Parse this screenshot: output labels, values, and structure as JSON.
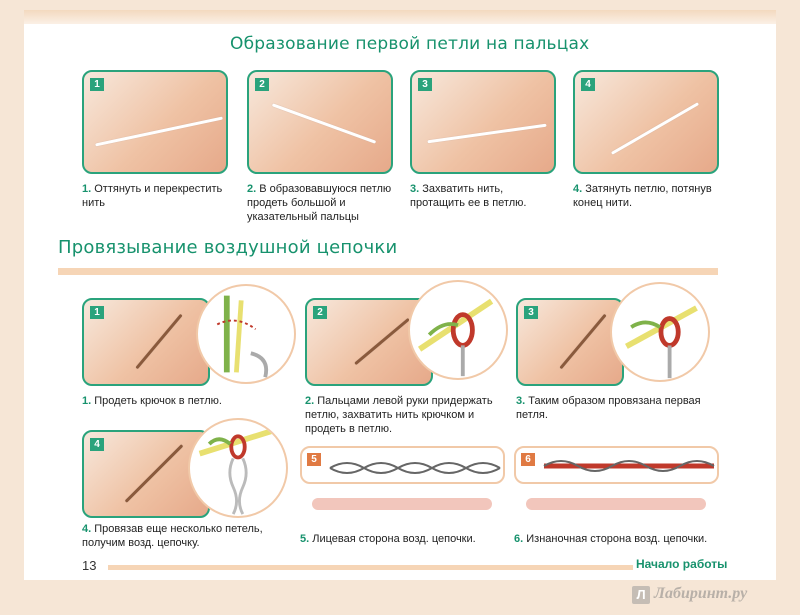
{
  "section1": {
    "title": "Образование первой петли на пальцах",
    "steps": [
      {
        "num": "1",
        "bold": "1.",
        "text": "Оттянуть и перекрестить нить"
      },
      {
        "num": "2",
        "bold": "2.",
        "text": "В образовавшуюся петлю продеть большой и указательный пальцы"
      },
      {
        "num": "3",
        "bold": "3.",
        "text": "Захватить нить, протащить ее в петлю."
      },
      {
        "num": "4",
        "bold": "4.",
        "text": "Затянуть петлю, потянув конец нити."
      }
    ]
  },
  "section2": {
    "title": "Провязывание воздушной цепочки",
    "steps": [
      {
        "num": "1",
        "bold": "1.",
        "text": "Продеть крючок в петлю."
      },
      {
        "num": "2",
        "bold": "2.",
        "text": "Пальцами левой руки придержать петлю, захватить нить крючком и продеть в петлю."
      },
      {
        "num": "3",
        "bold": "3.",
        "text": "Таким образом провязана первая петля."
      },
      {
        "num": "4",
        "bold": "4.",
        "text": "Провязав еще несколько петель, получим возд. цепочку."
      },
      {
        "num": "5",
        "bold": "5.",
        "text": "Лицевая сторона возд. цепочки."
      },
      {
        "num": "6",
        "bold": "6.",
        "text": "Изнаночная сторона возд. цепочки."
      }
    ]
  },
  "footer": {
    "page_number": "13",
    "section_name": "Начало работы"
  },
  "watermark": {
    "logo_letter": "Л",
    "text": "Лабиринт.ру"
  },
  "colors": {
    "accent_green": "#17926d",
    "frame_green": "#2aa37c",
    "peach": "#f6d5b6",
    "chain_red": "#c0392b",
    "orange": "#e07a43"
  }
}
